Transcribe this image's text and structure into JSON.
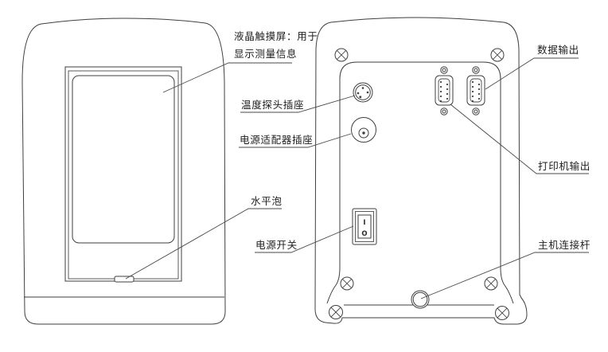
{
  "diagram": {
    "type": "device-callout-diagram",
    "views": {
      "front_view": "instrument front with touchscreen",
      "back_view": "instrument back panel with connectors"
    },
    "labels": {
      "lcd_line1": "液晶触摸屏：用于",
      "lcd_line2": "显示测量信息",
      "temp_probe": "温度探头插座",
      "power_adapter": "电源适配器插座",
      "level_bubble": "水平泡",
      "power_switch": "电源开关",
      "data_output": "数据输出",
      "printer_output": "打印机输出",
      "host_rod": "主机连接杆"
    },
    "switch": {
      "on": "I",
      "off": "O"
    },
    "colors": {
      "line": "#3f3f3f",
      "text": "#1f1f1f",
      "background": "#ffffff"
    }
  }
}
